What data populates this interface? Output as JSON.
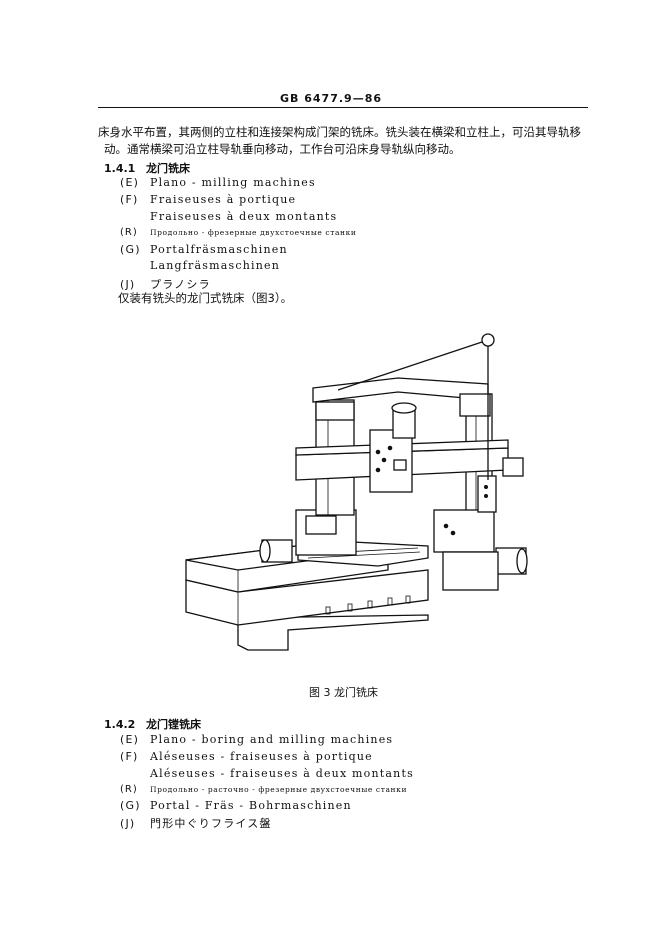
{
  "header": {
    "standard": "GB 6477.9—86"
  },
  "intro": {
    "line1": "床身水平布置，其两侧的立柱和连接架构成门架的铣床。铣头装在横梁和立柱上，可沿其导轨移",
    "line2": "动。通常横梁可沿立柱导轨垂向移动，工作台可沿床身导轨纵向移动。"
  },
  "section1": {
    "number": "1.4.1",
    "title": "龙门铣床",
    "terms": [
      {
        "code": "(E)",
        "text": "Plano - milling  machines"
      },
      {
        "code": "(F)",
        "text": "Fraiseuses à portique"
      },
      {
        "code": "",
        "text": "Fraiseuses à deux montants"
      },
      {
        "code": "(R)",
        "text": "Продольно - фрезерные двухстоечные станки"
      },
      {
        "code": "(G)",
        "text": "Portalfräsmaschinen"
      },
      {
        "code": "",
        "text": "Langfräsmaschinen"
      },
      {
        "code": "(J)",
        "text": "プラノシラ"
      }
    ],
    "note": "仅装有铣头的龙门式铣床（图3）。"
  },
  "figure": {
    "caption": "图 3    龙门铣床",
    "icon": "gantry-milling-machine-illustration"
  },
  "section2": {
    "number": "1.4.2",
    "title": "龙门镗铣床",
    "terms": [
      {
        "code": "(E)",
        "text": "Plano - boring and milling machines"
      },
      {
        "code": "(F)",
        "text": "Aléseuses - fraiseuses à portique"
      },
      {
        "code": "",
        "text": "Aléseuses - fraiseuses à deux montants"
      },
      {
        "code": "(R)",
        "text": "Продольно - расточно - фрезерные двухстоечные станки"
      },
      {
        "code": "(G)",
        "text": "Portal - Fräs - Bohrmaschinen"
      },
      {
        "code": "(J)",
        "text": "門形中ぐりフライス盤"
      }
    ]
  }
}
